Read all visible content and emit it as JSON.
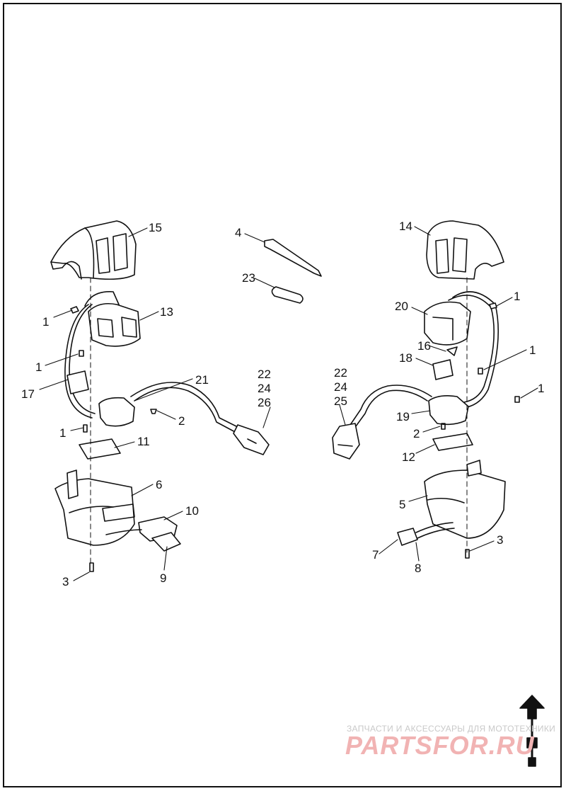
{
  "callouts": {
    "c1a": "1",
    "c1b": "1",
    "c1c": "1",
    "c1d": "1",
    "c1e": "1",
    "c1f": "1",
    "c2a": "2",
    "c2b": "2",
    "c3a": "3",
    "c3b": "3",
    "c4": "4",
    "c5": "5",
    "c6": "6",
    "c7": "7",
    "c8": "8",
    "c9": "9",
    "c10": "10",
    "c11": "11",
    "c12": "12",
    "c13": "13",
    "c14": "14",
    "c15": "15",
    "c16": "16",
    "c17": "17",
    "c18": "18",
    "c19": "19",
    "c20": "20",
    "c21": "21",
    "c22l": "22",
    "c24l": "24",
    "c26": "26",
    "c22r": "22",
    "c24r": "24",
    "c25": "25",
    "c23": "23"
  },
  "watermark": {
    "tagline": "ЗАПЧАСТИ И АКСЕССУАРЫ ДЛЯ МОТОТЕХНИКИ",
    "brand": "PARTSFOR.RU"
  },
  "colors": {
    "line": "#111111",
    "watermark_red": "#f1b3b3",
    "watermark_grey": "#c9c9c9"
  }
}
